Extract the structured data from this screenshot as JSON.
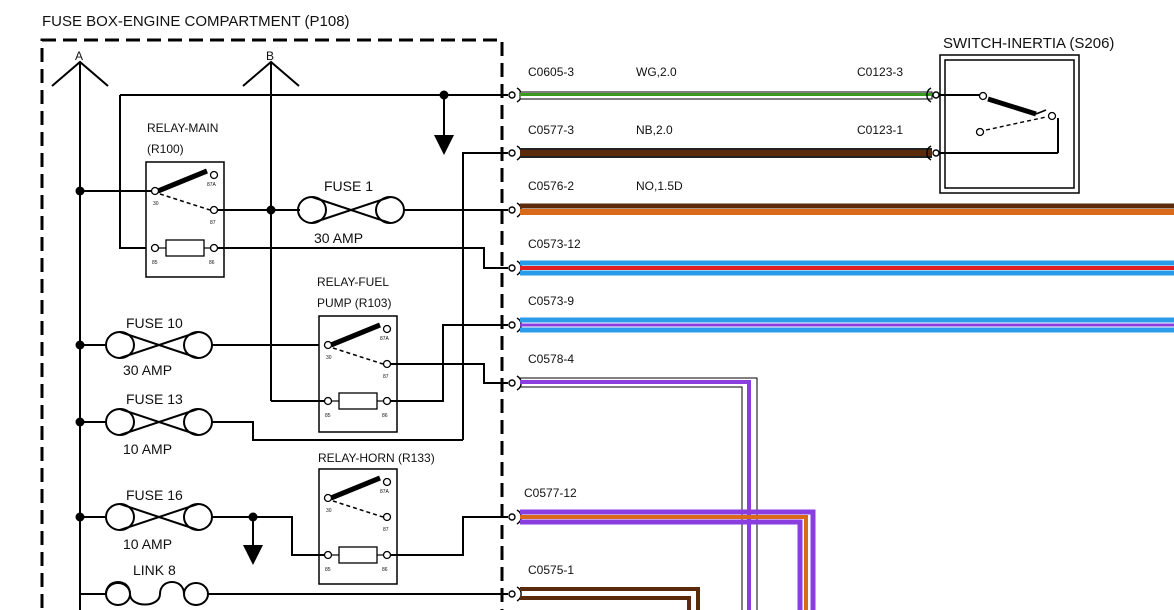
{
  "fuse_box": {
    "title": "FUSE BOX-ENGINE COMPARTMENT (P108)",
    "bus_a": "A",
    "bus_b": "B",
    "relay_main": {
      "name": "RELAY-MAIN",
      "code": "(R100)"
    },
    "relay_fuel": {
      "name": "RELAY-FUEL",
      "code": "PUMP (R103)"
    },
    "relay_horn": {
      "name": "RELAY-HORN (R133)"
    },
    "relay_pins": {
      "p30": "30",
      "p87a": "87A",
      "p87": "87",
      "p85": "85",
      "p86": "86"
    },
    "fuse1": {
      "name": "FUSE 1",
      "rating": "30 AMP"
    },
    "fuse10": {
      "name": "FUSE 10",
      "rating": "30 AMP"
    },
    "fuse13": {
      "name": "FUSE 13",
      "rating": "10 AMP"
    },
    "fuse16": {
      "name": "FUSE 16",
      "rating": "10 AMP"
    },
    "link8": {
      "name": "LINK 8"
    }
  },
  "switch": {
    "title": "SWITCH-INERTIA (S206)"
  },
  "connectors": [
    {
      "id": "C0605-3",
      "wire": "WG,2.0",
      "far": "C0123-3"
    },
    {
      "id": "C0577-3",
      "wire": "NB,2.0",
      "far": "C0123-1"
    },
    {
      "id": "C0576-2",
      "wire": "NO,1.5D"
    },
    {
      "id": "C0573-12"
    },
    {
      "id": "C0573-9"
    },
    {
      "id": "C0578-4"
    },
    {
      "id": "C0577-12"
    },
    {
      "id": "C0575-1"
    }
  ],
  "wire_colors": {
    "green": "#3a9a1e",
    "brown": "#5a2a0a",
    "orange": "#d96a1a",
    "blue": "#2a9be8",
    "red": "#e02020",
    "purple": "#8a3ee0"
  }
}
